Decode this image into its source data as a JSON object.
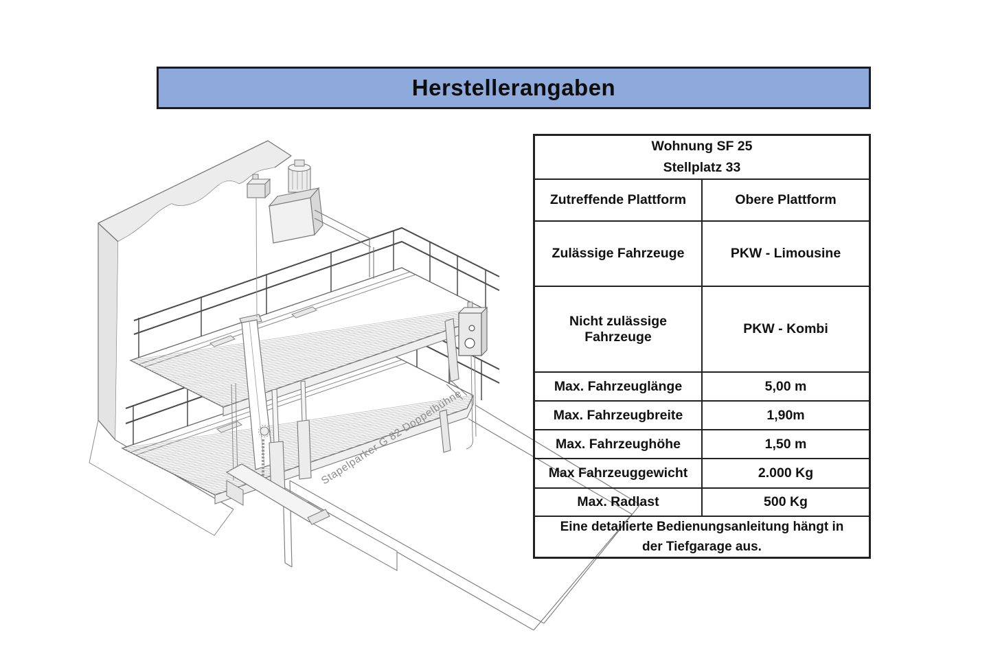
{
  "header": {
    "title": "Herstellerangaben",
    "background": "#8EA9DC",
    "border_color": "#1b1b22"
  },
  "diagram": {
    "label": "Stapelparker G 82 Doppelbühne",
    "line_color": "#777777"
  },
  "table": {
    "border_color": "#222222",
    "title_lines": [
      "Wohnung SF 25",
      "Stellplatz 33"
    ],
    "rows": [
      {
        "label": "Zutreffende Plattform",
        "value": "Obere Plattform"
      },
      {
        "label": "Zulässige Fahrzeuge",
        "value": "PKW - Limousine"
      },
      {
        "label": "Nicht zulässige Fahrzeuge",
        "value": "PKW - Kombi"
      },
      {
        "label": "Max. Fahrzeuglänge",
        "value": "5,00 m"
      },
      {
        "label": "Max. Fahrzeugbreite",
        "value": "1,90m"
      },
      {
        "label": "Max. Fahrzeughöhe",
        "value": "1,50 m"
      },
      {
        "label": "Max Fahrzeuggewicht",
        "value": "2.000 Kg"
      },
      {
        "label": "Max. Radlast",
        "value": "500 Kg"
      }
    ],
    "footer_lines": [
      "Eine detailierte Bedienungsanleitung hängt in",
      "der Tiefgarage aus."
    ]
  }
}
